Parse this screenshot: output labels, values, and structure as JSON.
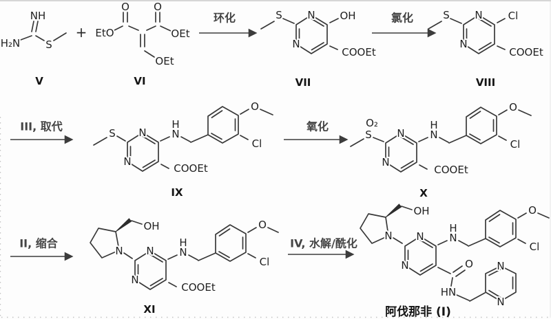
{
  "scheme": {
    "background": "#fdfdfd",
    "line_color": "#383838",
    "plus_sign": "+",
    "arrows": [
      {
        "id": "cyclization",
        "label": "环化"
      },
      {
        "id": "chlorination",
        "label": "氯化"
      },
      {
        "id": "substitution",
        "label": "III, 取代"
      },
      {
        "id": "oxidation",
        "label": "氧化"
      },
      {
        "id": "condensation",
        "label": "II, 缩合"
      },
      {
        "id": "hydrolysis-acylation",
        "label": "IV, 水解/酰化"
      }
    ],
    "compounds": [
      {
        "id": "V",
        "label": "V"
      },
      {
        "id": "VI",
        "label": "VI"
      },
      {
        "id": "VII",
        "label": "VII"
      },
      {
        "id": "VIII",
        "label": "VIII"
      },
      {
        "id": "IX",
        "label": "IX"
      },
      {
        "id": "X",
        "label": "X"
      },
      {
        "id": "XI",
        "label": "XI"
      },
      {
        "id": "avanafil",
        "label": "阿伐那非 (I)"
      }
    ],
    "atoms": {
      "n": "N",
      "h": "H",
      "s": "S",
      "o": "O",
      "oh": "OH",
      "cl": "Cl",
      "nh": "NH",
      "h2n": "H₂N",
      "hn": "HN",
      "o2": "O₂",
      "cooet": "COOEt",
      "eto": "EtO",
      "oet": "OEt"
    }
  }
}
